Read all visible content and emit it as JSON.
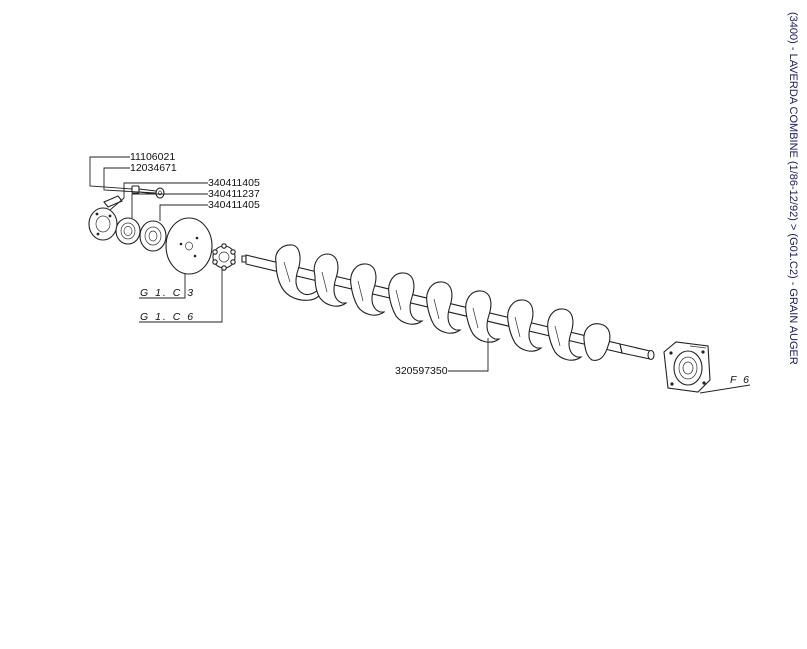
{
  "page_title": "(3400) - LAVERDA COMBINE (1/86-12/92) > (G01.C2) - GRAIN AUGER",
  "parts": [
    {
      "number": "11106021"
    },
    {
      "number": "12034671"
    },
    {
      "number": "340411405"
    },
    {
      "number": "340411237"
    },
    {
      "number": "340411405"
    },
    {
      "number": "320597350"
    }
  ],
  "references": [
    {
      "code": "G 1. C 3"
    },
    {
      "code": "G 1. C 6"
    },
    {
      "code": "F 6"
    }
  ]
}
